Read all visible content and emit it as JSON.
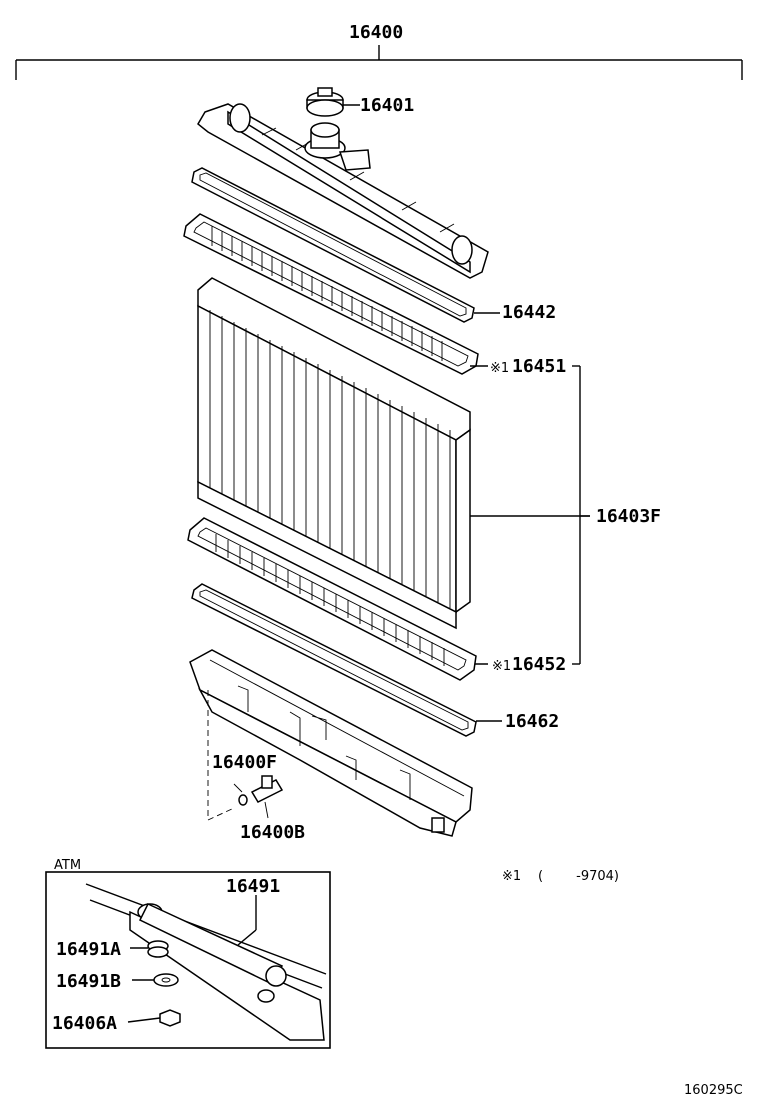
{
  "callouts": {
    "assembly": "16400",
    "cap": "16401",
    "upper_gasket": "16442",
    "upper_packing": "16451",
    "core": "16403F",
    "lower_packing": "16452",
    "lower_gasket": "16462",
    "drain_oring": "16400F",
    "drain_cock": "16400B"
  },
  "note_mark": "※1",
  "footnote": {
    "mark": "※1",
    "text": "(        -9704)"
  },
  "atm": {
    "title": "ATM",
    "callouts": {
      "pipe": "16491",
      "pipe_a": "16491A",
      "pipe_b": "16491B",
      "nut": "16406A"
    }
  },
  "figure_code": "160295C"
}
